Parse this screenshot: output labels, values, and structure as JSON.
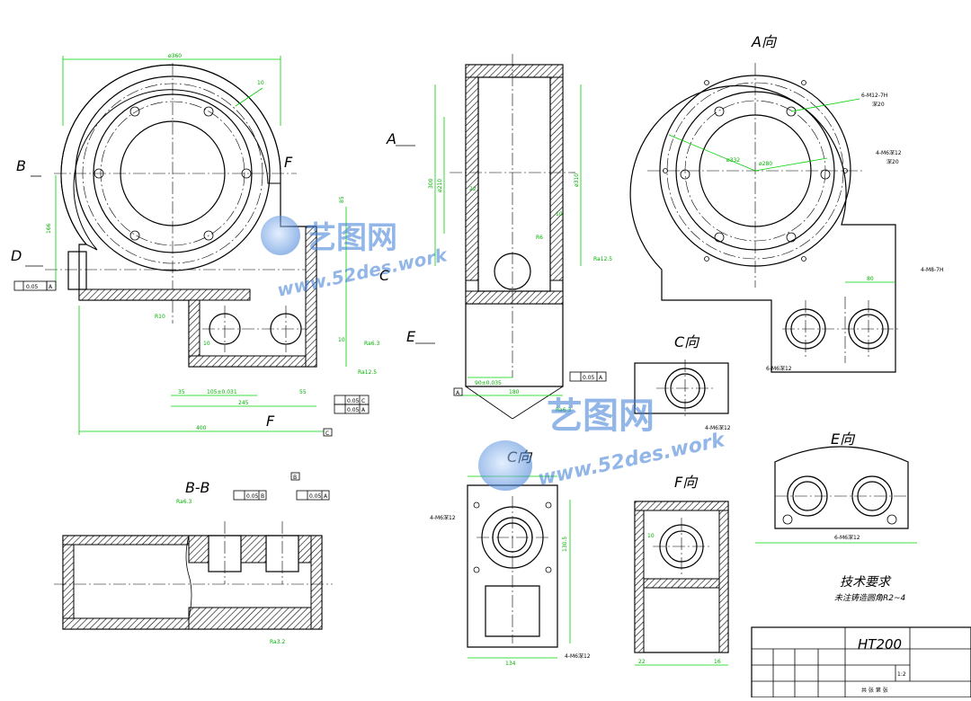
{
  "views": {
    "a_label": "A",
    "a_view_title": "A向",
    "b_label": "B",
    "bb_title": "B-B",
    "c_label": "C",
    "c_view_title_small": "C向",
    "c_view_title": "C向",
    "d_label": "D",
    "e_label": "E",
    "e_view_title": "E向",
    "f_label": "F",
    "f_view_title": "F向"
  },
  "dims": {
    "front_top": "ø360",
    "front_wall": "10",
    "front_height": "166",
    "front_bottom_total": "400",
    "front_245": "245",
    "front_105": "105±0.031",
    "front_55": "55",
    "front_35": "35",
    "front_r10": "R10",
    "front_10a": "10",
    "front_10b": "10",
    "front_85": "85",
    "side_300": "300",
    "side_phi_a": "ø210",
    "side_phi_b": "ø310",
    "side_22": "22",
    "side_10": "10",
    "side_180": "180",
    "side_bottom": "90±0.035",
    "side_r6": "R6",
    "a_note1": "6-M12-7H",
    "a_note1b": "深20",
    "a_note2": "4-M6深12",
    "a_note2b": "深20",
    "a_note3": "4-M8-7H",
    "a_phi": "ø332",
    "a_phi2": "ø280",
    "a_80": "80",
    "e_note": "6-M6深12",
    "c_note": "4-M6深12",
    "f_10": "10",
    "c_130": "130.5",
    "c_134": "134",
    "f_22": "22",
    "f_16": "16"
  },
  "tolerances": {
    "t1": "0.05",
    "t1_ref": "A",
    "t2": "0.05",
    "t2_ref": "C",
    "t3": "0.05",
    "t3_ref": "A",
    "t4": "0.05",
    "t4_ref": "A",
    "bb1": "0.05",
    "bb1_ref": "B",
    "bb2": "0.05",
    "bb2_ref": "A",
    "bb_datum": "B",
    "datum_a": "A",
    "datum_c": "C"
  },
  "roughness": {
    "r1": "Ra6.3",
    "r2": "Ra12.5",
    "r3": "Ra6.3",
    "r4": "Ra12.5",
    "r5": "Ra6.3",
    "r6": "Ra3.2"
  },
  "watermark": {
    "brand": "艺图网",
    "url": "www.52des.work"
  },
  "notes": {
    "heading": "技术要求",
    "line1": "未注铸造圆角R2~4"
  },
  "title_block": {
    "material": "HT200",
    "scale": "1:2",
    "sheet": "共 张  第 张"
  }
}
